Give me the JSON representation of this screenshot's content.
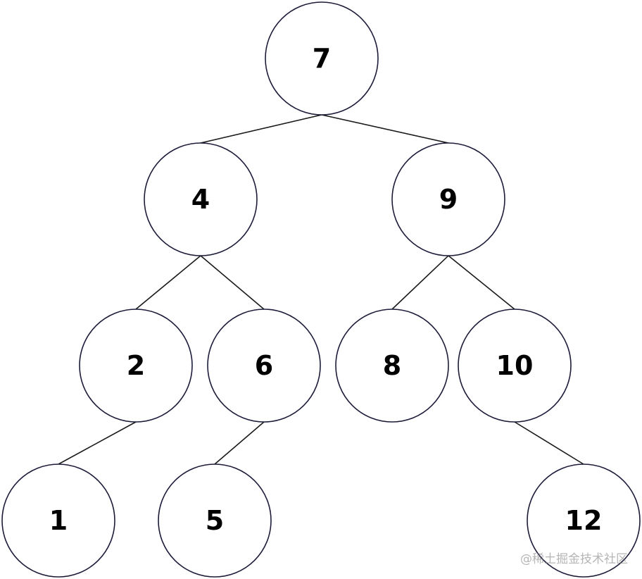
{
  "tree": {
    "nodes": [
      {
        "id": "n7",
        "label": "7",
        "parent": null
      },
      {
        "id": "n4",
        "label": "4",
        "parent": "n7"
      },
      {
        "id": "n9",
        "label": "9",
        "parent": "n7"
      },
      {
        "id": "n2",
        "label": "2",
        "parent": "n4"
      },
      {
        "id": "n6",
        "label": "6",
        "parent": "n4"
      },
      {
        "id": "n8",
        "label": "8",
        "parent": "n9"
      },
      {
        "id": "n10",
        "label": "10",
        "parent": "n9"
      },
      {
        "id": "n1",
        "label": "1",
        "parent": "n2"
      },
      {
        "id": "n5",
        "label": "5",
        "parent": "n6"
      },
      {
        "id": "n12",
        "label": "12",
        "parent": "n10"
      }
    ]
  },
  "colors": {
    "node_stroke": "#1c1c3a",
    "edge_stroke": "#1a1a1a",
    "background": "#ffffff"
  },
  "watermark": "@稀土掘金技术社区"
}
